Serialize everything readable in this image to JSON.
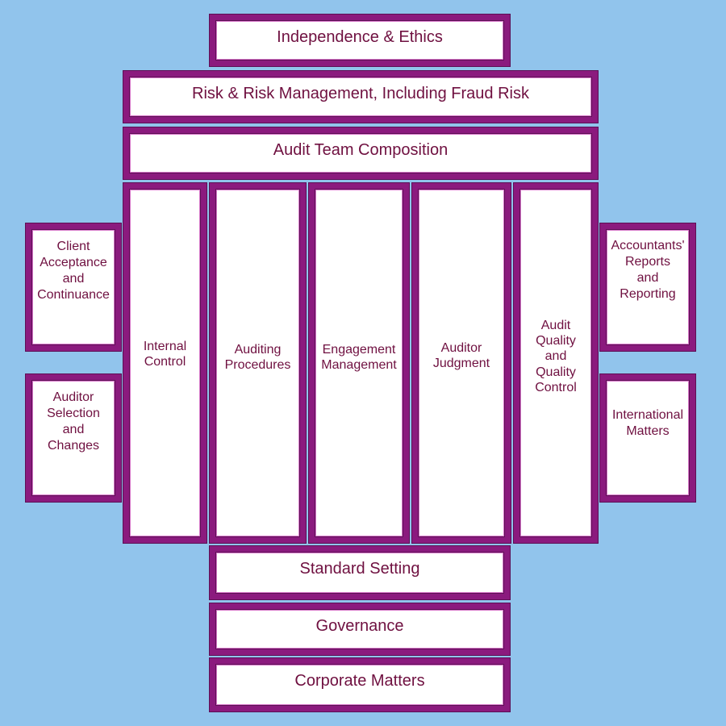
{
  "colors": {
    "background": "#91c4ec",
    "border": "#8b1a7e",
    "text": "#6f1040",
    "box_fill": "#ffffff"
  },
  "top_bars": [
    "Independence & Ethics",
    "Risk & Risk Management, Including Fraud Risk",
    "Audit Team Composition"
  ],
  "columns": [
    "Internal\nControl",
    "Auditing\nProcedures",
    "Engagement\nManagement",
    "Auditor\nJudgment",
    "Audit\nQuality\nand\nQuality\nControl"
  ],
  "left_boxes": [
    "Client\nAcceptance\nand\nContinuance",
    "Auditor\nSelection\nand\nChanges"
  ],
  "right_boxes": [
    "Accountants'\nReports\nand\nReporting",
    "International\nMatters"
  ],
  "bottom_bars": [
    "Standard Setting",
    "Governance",
    "Corporate Matters"
  ]
}
